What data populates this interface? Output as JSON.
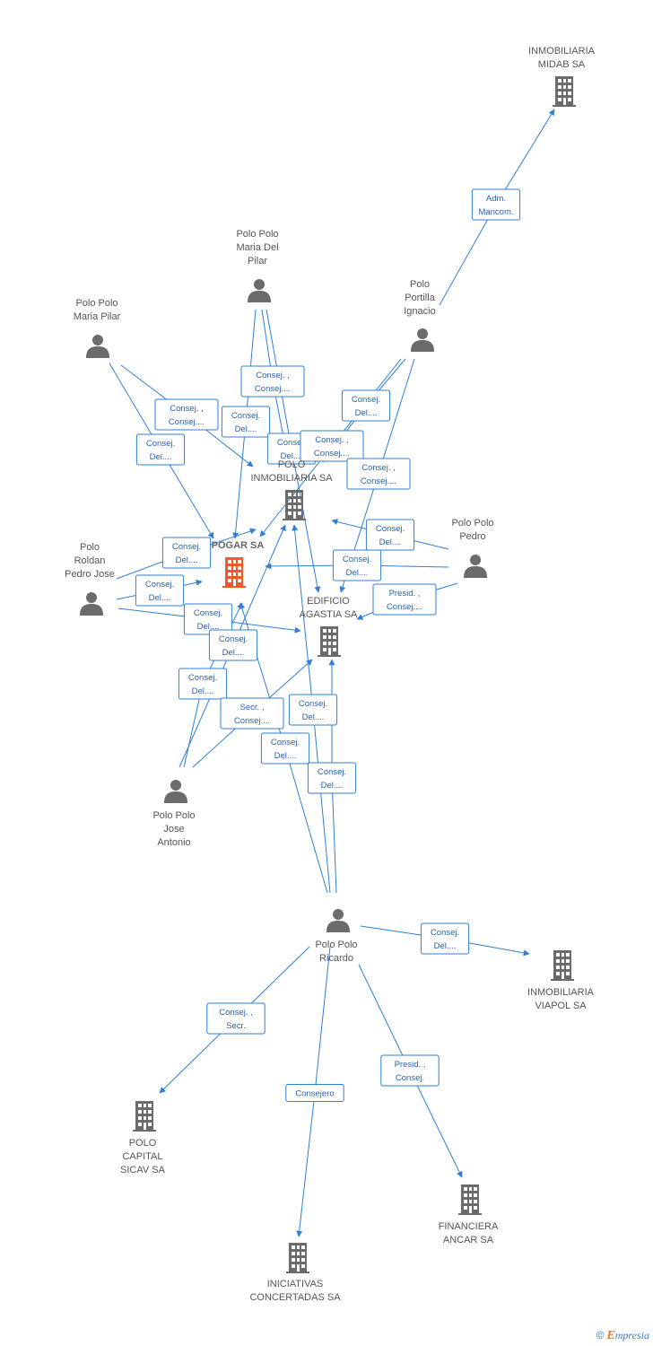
{
  "colors": {
    "edge": "#2f7fd6",
    "company_icon": "#6b6b6b",
    "main_company_icon": "#f05a28",
    "person_icon": "#6b6b6b"
  },
  "nodes": [
    {
      "id": "midab",
      "type": "company",
      "icon": "building-icon",
      "label": [
        "INMOBILIARIA",
        "MIDAB SA"
      ]
    },
    {
      "id": "mariadelpilar",
      "type": "person",
      "icon": "person-icon",
      "label": [
        "Polo Polo",
        "Maria Del",
        "Pilar"
      ]
    },
    {
      "id": "portilla",
      "type": "person",
      "icon": "person-icon",
      "label": [
        "Polo",
        "Portilla",
        "Ignacio"
      ]
    },
    {
      "id": "mariapilar",
      "type": "person",
      "icon": "person-icon",
      "label": [
        "Polo Polo",
        "Maria Pilar"
      ]
    },
    {
      "id": "polo_inmob",
      "type": "company",
      "icon": "building-icon",
      "label": [
        "POLO",
        "INMOBILIARIA SA"
      ]
    },
    {
      "id": "pogar",
      "type": "company",
      "icon": "building-icon",
      "main": true,
      "label": [
        "POGAR SA"
      ]
    },
    {
      "id": "pedro",
      "type": "person",
      "icon": "person-icon",
      "label": [
        "Polo Polo",
        "Pedro"
      ]
    },
    {
      "id": "roldan",
      "type": "person",
      "icon": "person-icon",
      "label": [
        "Polo",
        "Roldan",
        "Pedro Jose"
      ]
    },
    {
      "id": "agastia",
      "type": "company",
      "icon": "building-icon",
      "label": [
        "EDIFICIO",
        "AGASTIA SA"
      ]
    },
    {
      "id": "jose",
      "type": "person",
      "icon": "person-icon",
      "label": [
        "Polo Polo",
        "Jose",
        "Antonio"
      ]
    },
    {
      "id": "ricardo",
      "type": "person",
      "icon": "person-icon",
      "label": [
        "Polo Polo",
        "Ricardo"
      ]
    },
    {
      "id": "viapol",
      "type": "company",
      "icon": "building-icon",
      "label": [
        "INMOBILIARIA",
        "VIAPOL SA"
      ]
    },
    {
      "id": "capital",
      "type": "company",
      "icon": "building-icon",
      "label": [
        "POLO",
        "CAPITAL",
        "SICAV SA"
      ]
    },
    {
      "id": "ancar",
      "type": "company",
      "icon": "building-icon",
      "label": [
        "FINANCIERA",
        "ANCAR SA"
      ]
    },
    {
      "id": "iniciativas",
      "type": "company",
      "icon": "building-icon",
      "label": [
        "INICIATIVAS",
        "CONCERTADAS SA"
      ]
    }
  ],
  "edges": [
    {
      "from": "portilla",
      "to": "midab",
      "label": [
        "Adm.",
        "Mancom."
      ]
    },
    {
      "from": "mariadelpilar",
      "to": "polo_inmob",
      "label": [
        "Consej. ,",
        "Consej...."
      ]
    },
    {
      "from": "mariadelpilar",
      "to": "pogar",
      "label": [
        "Consej.",
        "Del...."
      ]
    },
    {
      "from": "mariadelpilar",
      "to": "agastia",
      "label": [
        "Consej.",
        "Del...."
      ]
    },
    {
      "from": "mariapilar",
      "to": "polo_inmob",
      "label": [
        "Consej. ,",
        "Consej...."
      ]
    },
    {
      "from": "mariapilar",
      "to": "pogar",
      "label": [
        "Consej.",
        "Del...."
      ]
    },
    {
      "from": "portilla",
      "to": "polo_inmob",
      "label": [
        "Consej.",
        "Del...."
      ]
    },
    {
      "from": "portilla",
      "to": "pogar",
      "label": [
        "Consej. ,",
        "Consej...."
      ]
    },
    {
      "from": "portilla",
      "to": "agastia",
      "label": [
        "Consej. ,",
        "Consej...."
      ]
    },
    {
      "from": "pedro",
      "to": "polo_inmob",
      "label": [
        "Consej.",
        "Del...."
      ]
    },
    {
      "from": "pedro",
      "to": "pogar",
      "label": [
        "Consej.",
        "Del...."
      ]
    },
    {
      "from": "pedro",
      "to": "agastia",
      "label": [
        "Presid. ,",
        "Consej...."
      ]
    },
    {
      "from": "roldan",
      "to": "polo_inmob",
      "label": [
        "Consej.",
        "Del...."
      ]
    },
    {
      "from": "roldan",
      "to": "pogar",
      "label": [
        "Consej.",
        "Del...."
      ]
    },
    {
      "from": "roldan",
      "to": "agastia",
      "label": [
        "Consej.",
        "Del...."
      ]
    },
    {
      "from": "jose",
      "to": "polo_inmob",
      "label": [
        "Consej.",
        "Del...."
      ]
    },
    {
      "from": "jose",
      "to": "pogar",
      "label": [
        "Consej.",
        "Del...."
      ]
    },
    {
      "from": "jose",
      "to": "agastia",
      "label": [
        "Secr. ,",
        "Consej...."
      ]
    },
    {
      "from": "ricardo",
      "to": "polo_inmob",
      "label": [
        "Consej.",
        "Del...."
      ]
    },
    {
      "from": "ricardo",
      "to": "pogar",
      "label": [
        "Consej.",
        "Del...."
      ]
    },
    {
      "from": "ricardo",
      "to": "agastia",
      "label": [
        "Consej.",
        "Del...."
      ]
    },
    {
      "from": "ricardo",
      "to": "viapol",
      "label": [
        "Consej.",
        "Del...."
      ]
    },
    {
      "from": "ricardo",
      "to": "capital",
      "label": [
        "Consej. ,",
        "Secr."
      ]
    },
    {
      "from": "ricardo",
      "to": "iniciativas",
      "label": [
        "Consejero"
      ]
    },
    {
      "from": "ricardo",
      "to": "ancar",
      "label": [
        "Presid. ,",
        "Consej."
      ]
    }
  ],
  "footer": {
    "copyright": "©",
    "brand_initial": "E",
    "brand_rest": "mpresia"
  }
}
